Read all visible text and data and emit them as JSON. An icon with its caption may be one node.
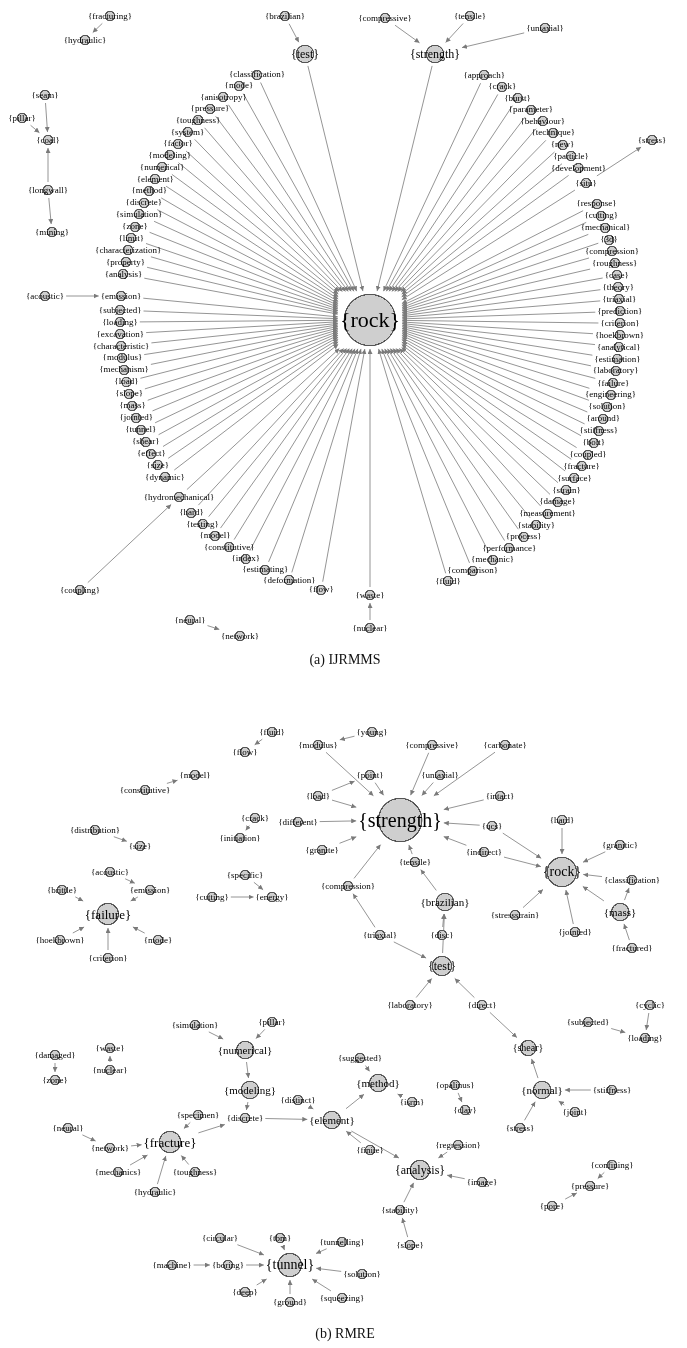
{
  "diagram": {
    "nodes": [
      {
        "text": [
          "{fracturing}"
        ]
      },
      {
        "text": [
          "{hydraulic}"
        ]
      },
      {
        "text": [
          "{seam}"
        ]
      },
      {
        "text": [
          "{pillar}"
        ]
      },
      {
        "text": [
          "{coal}"
        ]
      },
      {
        "text": [
          "{longwall}"
        ]
      },
      {
        "text": [
          "{mining}"
        ]
      },
      {
        "text": [
          "{brazilian}"
        ]
      },
      {
        "text": [
          "{test}"
        ]
      },
      {
        "text": [
          "{tensile}"
        ]
      },
      {
        "text": [
          "{strength}"
        ]
      },
      {
        "text": [
          "{compressive}"
        ]
      },
      {
        "text": [
          "{uniaxial}"
        ]
      },
      {
        "text": [
          "{stress}"
        ]
      },
      {
        "text": [
          "{situ}"
        ]
      },
      {
        "text": [
          "{acoustic}"
        ]
      },
      {
        "text": [
          "{emission}"
        ]
      },
      {
        "text": [
          "{rock}"
        ]
      },
      {
        "text": [
          "{hydromechanical}"
        ]
      },
      {
        "text": [
          "{coupling}"
        ]
      },
      {
        "text": [
          "{waste}"
        ]
      },
      {
        "text": [
          "{nuclear}"
        ]
      },
      {
        "text": [
          "{neural}"
        ]
      },
      {
        "text": [
          "{network}"
        ]
      },
      {
        "text": [
          "{approach}"
        ]
      },
      {
        "text": [
          "{crack}"
        ]
      },
      {
        "text": [
          "{burst}"
        ]
      },
      {
        "text": [
          "{parameter}"
        ]
      },
      {
        "text": [
          "{behaviour}"
        ]
      },
      {
        "text": [
          "{technique}"
        ]
      },
      {
        "text": [
          "{new}"
        ]
      },
      {
        "text": [
          "{particle}"
        ]
      },
      {
        "text": [
          "{development}"
        ]
      },
      {
        "text": [
          "{response}"
        ]
      },
      {
        "text": [
          "{cutting}"
        ]
      },
      {
        "text": [
          "{mechanical}"
        ]
      },
      {
        "text": [
          "{3d}"
        ]
      },
      {
        "text": [
          "{compression}"
        ]
      },
      {
        "text": [
          "{roughness}"
        ]
      },
      {
        "text": [
          "{case}"
        ]
      },
      {
        "text": [
          "{theory}"
        ]
      },
      {
        "text": [
          "{triaxial}"
        ]
      },
      {
        "text": [
          "{prediction}"
        ]
      },
      {
        "text": [
          "{criterion}"
        ]
      },
      {
        "text": [
          "{hoekbrown}"
        ]
      },
      {
        "text": [
          "{analytical}"
        ]
      },
      {
        "text": [
          "{estimation}"
        ]
      },
      {
        "text": [
          "{laboratory}"
        ]
      },
      {
        "text": [
          "{failure}"
        ]
      },
      {
        "text": [
          "{engineering}"
        ]
      },
      {
        "text": [
          "{solution}"
        ]
      },
      {
        "text": [
          "{around}"
        ]
      },
      {
        "text": [
          "{stiffness}"
        ]
      },
      {
        "text": [
          "{bolt}"
        ]
      },
      {
        "text": [
          "{coupled}"
        ]
      },
      {
        "text": [
          "{fracture}"
        ]
      },
      {
        "text": [
          "{surface}"
        ]
      },
      {
        "text": [
          "{strain}"
        ]
      },
      {
        "text": [
          "{damage}"
        ]
      },
      {
        "text": [
          "{measurement}"
        ]
      },
      {
        "text": [
          "{stability}"
        ]
      },
      {
        "text": [
          "{process}"
        ]
      },
      {
        "text": [
          "{performance}"
        ]
      },
      {
        "text": [
          "{mechanic}"
        ]
      },
      {
        "text": [
          "{comparison}"
        ]
      },
      {
        "text": [
          "{fluid}"
        ]
      },
      {
        "text": [
          "{flow}"
        ]
      },
      {
        "text": [
          "{deformation}"
        ]
      },
      {
        "text": [
          "{estimating}"
        ]
      },
      {
        "text": [
          "{index}"
        ]
      },
      {
        "text": [
          "{constitutive}"
        ]
      },
      {
        "text": [
          "{model}"
        ]
      },
      {
        "text": [
          "{testing}"
        ]
      },
      {
        "text": [
          "{hard}"
        ]
      },
      {
        "text": [
          "{dynamic}"
        ]
      },
      {
        "text": [
          "{size}"
        ]
      },
      {
        "text": [
          "{effect}"
        ]
      },
      {
        "text": [
          "{shear}"
        ]
      },
      {
        "text": [
          "{tunnel}"
        ]
      },
      {
        "text": [
          "{jointed}"
        ]
      },
      {
        "text": [
          "{mass}"
        ]
      },
      {
        "text": [
          "{slope}"
        ]
      },
      {
        "text": [
          "{load}"
        ]
      },
      {
        "text": [
          "{mechanism}"
        ]
      },
      {
        "text": [
          "{modulus}"
        ]
      },
      {
        "text": [
          "{characteristic}"
        ]
      },
      {
        "text": [
          "{excavation}"
        ]
      },
      {
        "text": [
          "{loading}"
        ]
      },
      {
        "text": [
          "{subjected}"
        ]
      },
      {
        "text": [
          "{analysis}"
        ]
      },
      {
        "text": [
          "{property}"
        ]
      },
      {
        "text": [
          "{characterization}"
        ]
      },
      {
        "text": [
          "{limit}"
        ]
      },
      {
        "text": [
          "{zone}"
        ]
      },
      {
        "text": [
          "{simulation}"
        ]
      },
      {
        "text": [
          "{discrete}"
        ]
      },
      {
        "text": [
          "{method}"
        ]
      },
      {
        "text": [
          "{element}"
        ]
      },
      {
        "text": [
          "{numerical}"
        ]
      },
      {
        "text": [
          "{modeling}"
        ]
      },
      {
        "text": [
          "{factor}"
        ]
      },
      {
        "text": [
          "{system}"
        ]
      },
      {
        "text": [
          "{toughness}"
        ]
      },
      {
        "text": [
          "{pressure}"
        ]
      },
      {
        "text": [
          "{anisotropy}"
        ]
      },
      {
        "text": [
          "{mode}"
        ]
      },
      {
        "text": [
          "{classification}"
        ]
      },
      {
        "text": [
          "{fluid}"
        ]
      },
      {
        "text": [
          "{flow}"
        ]
      },
      {
        "text": [
          "{model}"
        ]
      },
      {
        "text": [
          "{constitutive}"
        ]
      },
      {
        "text": [
          "{crack}"
        ]
      },
      {
        "text": [
          "{initiation}"
        ]
      },
      {
        "text": [
          "{distribution}"
        ]
      },
      {
        "text": [
          "{size}"
        ]
      },
      {
        "text": [
          "{specific}"
        ]
      },
      {
        "text": [
          "{cutting}"
        ]
      },
      {
        "text": [
          "{energy}"
        ]
      },
      {
        "text": [
          "{acoustic}"
        ]
      },
      {
        "text": [
          "{brittle}"
        ]
      },
      {
        "text": [
          "{emission}"
        ]
      },
      {
        "text": [
          "{failure}"
        ]
      },
      {
        "text": [
          "{hoekbrown}"
        ]
      },
      {
        "text": [
          "{criterion}"
        ]
      },
      {
        "text": [
          "{mode}"
        ]
      },
      {
        "text": [
          "{modulus}"
        ]
      },
      {
        "text": [
          "{young}"
        ]
      },
      {
        "text": [
          "{compressive}"
        ]
      },
      {
        "text": [
          "{carbonate}"
        ]
      },
      {
        "text": [
          "{point}"
        ]
      },
      {
        "text": [
          "{uniaxial}"
        ]
      },
      {
        "text": [
          "{load}"
        ]
      },
      {
        "text": [
          "{intact}"
        ]
      },
      {
        "text": [
          "{strength}"
        ]
      },
      {
        "text": [
          "{different}"
        ]
      },
      {
        "text": [
          "{granite}"
        ]
      },
      {
        "text": [
          "{ucs}"
        ]
      },
      {
        "text": [
          "{indirect}"
        ]
      },
      {
        "text": [
          "{tensile}"
        ]
      },
      {
        "text": [
          "{hard}"
        ]
      },
      {
        "text": [
          "{granitic}"
        ]
      },
      {
        "text": [
          "{rock}"
        ]
      },
      {
        "text": [
          "{classification}"
        ]
      },
      {
        "text": [
          "{compression}"
        ]
      },
      {
        "text": [
          "{brazilian}"
        ]
      },
      {
        "text": [
          "{stressstrain}"
        ]
      },
      {
        "text": [
          "{jointed}"
        ]
      },
      {
        "text": [
          "{mass}"
        ]
      },
      {
        "text": [
          "{fractured}"
        ]
      },
      {
        "text": [
          "{triaxial}"
        ]
      },
      {
        "text": [
          "{disc}"
        ]
      },
      {
        "text": [
          "{test}"
        ]
      },
      {
        "text": [
          "{simulation}"
        ]
      },
      {
        "text": [
          "{pillar}"
        ]
      },
      {
        "text": [
          "{numerical}"
        ]
      },
      {
        "text": [
          "{damaged}"
        ]
      },
      {
        "text": [
          "{zone}"
        ]
      },
      {
        "text": [
          "{waste}"
        ]
      },
      {
        "text": [
          "{nuclear}"
        ]
      },
      {
        "text": [
          "{laboratory}"
        ]
      },
      {
        "text": [
          "{direct}"
        ]
      },
      {
        "text": [
          "{cyclic}"
        ]
      },
      {
        "text": [
          "{subjected}"
        ]
      },
      {
        "text": [
          "{loading}"
        ]
      },
      {
        "text": [
          "{modeling}"
        ]
      },
      {
        "text": [
          "{suggested}"
        ]
      },
      {
        "text": [
          "{shear}"
        ]
      },
      {
        "text": [
          "{method}"
        ]
      },
      {
        "text": [
          "{distinct}"
        ]
      },
      {
        "text": [
          "{isrm}"
        ]
      },
      {
        "text": [
          "{opalinus}"
        ]
      },
      {
        "text": [
          "{normal}"
        ]
      },
      {
        "text": [
          "{stiffness}"
        ]
      },
      {
        "text": [
          "{specimen}"
        ]
      },
      {
        "text": [
          "{neural}"
        ]
      },
      {
        "text": [
          "{network}"
        ]
      },
      {
        "text": [
          "{fracture}"
        ]
      },
      {
        "text": [
          "{discrete}"
        ]
      },
      {
        "text": [
          "{element}"
        ]
      },
      {
        "text": [
          "{joint}"
        ]
      },
      {
        "text": [
          "{clay}"
        ]
      },
      {
        "text": [
          "{stress}"
        ]
      },
      {
        "text": [
          "{mechanics}"
        ]
      },
      {
        "text": [
          "{toughness}"
        ]
      },
      {
        "text": [
          "{hydraulic}"
        ]
      },
      {
        "text": [
          "{finite}"
        ]
      },
      {
        "text": [
          "{regression}"
        ]
      },
      {
        "text": [
          "{analysis}"
        ]
      },
      {
        "text": [
          "{image}"
        ]
      },
      {
        "text": [
          "{confining}"
        ]
      },
      {
        "text": [
          "{pressure}"
        ]
      },
      {
        "text": [
          "{pore}"
        ]
      },
      {
        "text": [
          "{stability}"
        ]
      },
      {
        "text": [
          "{slope}"
        ]
      },
      {
        "text": [
          "{circular}"
        ]
      },
      {
        "text": [
          "{tbm}"
        ]
      },
      {
        "text": [
          "{tunnelling}"
        ]
      },
      {
        "text": [
          "{machine}"
        ]
      },
      {
        "text": [
          "{boring}"
        ]
      },
      {
        "text": [
          "{tunnel}"
        ]
      },
      {
        "text": [
          "{solution}"
        ]
      },
      {
        "text": [
          "{deep}"
        ]
      },
      {
        "text": [
          "{ground}"
        ]
      },
      {
        "text": [
          "{squeezing}"
        ]
      }
    ],
    "edges": [
      {
        "from": 0,
        "to": 1,
        "arrow": "to"
      },
      {
        "from": 2,
        "to": 4,
        "arrow": "to"
      },
      {
        "from": 3,
        "to": 4,
        "arrow": "to"
      },
      {
        "from": 5,
        "to": 4,
        "arrow": "to"
      },
      {
        "from": 5,
        "to": 6,
        "arrow": "to"
      },
      {
        "from": 7,
        "to": 8,
        "arrow": "to"
      },
      {
        "from": 8,
        "to": 17,
        "arrow": "to"
      },
      {
        "from": 9,
        "to": 10,
        "arrow": "to"
      },
      {
        "from": 11,
        "to": 10,
        "arrow": "to"
      },
      {
        "from": 12,
        "to": 10,
        "arrow": "to"
      },
      {
        "from": 10,
        "to": 17,
        "arrow": "to"
      },
      {
        "from": 14,
        "to": 13,
        "arrow": "to"
      },
      {
        "from": 14,
        "to": 17,
        "arrow": "to"
      },
      {
        "from": 15,
        "to": 16,
        "arrow": "to"
      },
      {
        "from": 16,
        "to": 17,
        "arrow": "to"
      },
      {
        "from": 19,
        "to": 18,
        "arrow": "to"
      },
      {
        "from": 18,
        "to": 17,
        "arrow": "to"
      },
      {
        "from": 21,
        "to": 20,
        "arrow": "to"
      },
      {
        "from": 20,
        "to": 17,
        "arrow": "to"
      },
      {
        "from": 22,
        "to": 23,
        "arrow": "to"
      },
      {
        "from": 24,
        "to": 17,
        "arrow": "to"
      },
      {
        "from": 25,
        "to": 17,
        "arrow": "to"
      },
      {
        "from": 26,
        "to": 17,
        "arrow": "to"
      },
      {
        "from": 27,
        "to": 17,
        "arrow": "to"
      },
      {
        "from": 28,
        "to": 17,
        "arrow": "to"
      },
      {
        "from": 29,
        "to": 17,
        "arrow": "to"
      },
      {
        "from": 30,
        "to": 17,
        "arrow": "to"
      },
      {
        "from": 31,
        "to": 17,
        "arrow": "to"
      },
      {
        "from": 32,
        "to": 17,
        "arrow": "to"
      },
      {
        "from": 33,
        "to": 17,
        "arrow": "to"
      },
      {
        "from": 34,
        "to": 17,
        "arrow": "to"
      },
      {
        "from": 35,
        "to": 17,
        "arrow": "to"
      },
      {
        "from": 36,
        "to": 17,
        "arrow": "to"
      },
      {
        "from": 37,
        "to": 17,
        "arrow": "to"
      },
      {
        "from": 38,
        "to": 17,
        "arrow": "to"
      },
      {
        "from": 39,
        "to": 17,
        "arrow": "to"
      },
      {
        "from": 40,
        "to": 17,
        "arrow": "to"
      },
      {
        "from": 41,
        "to": 17,
        "arrow": "to"
      },
      {
        "from": 42,
        "to": 17,
        "arrow": "to"
      },
      {
        "from": 43,
        "to": 17,
        "arrow": "to"
      },
      {
        "from": 44,
        "to": 17,
        "arrow": "to"
      },
      {
        "from": 45,
        "to": 17,
        "arrow": "to"
      },
      {
        "from": 46,
        "to": 17,
        "arrow": "to"
      },
      {
        "from": 47,
        "to": 17,
        "arrow": "to"
      },
      {
        "from": 48,
        "to": 17,
        "arrow": "to"
      },
      {
        "from": 49,
        "to": 17,
        "arrow": "to"
      },
      {
        "from": 50,
        "to": 17,
        "arrow": "to"
      },
      {
        "from": 51,
        "to": 17,
        "arrow": "to"
      },
      {
        "from": 52,
        "to": 17,
        "arrow": "to"
      },
      {
        "from": 53,
        "to": 17,
        "arrow": "to"
      },
      {
        "from": 54,
        "to": 17,
        "arrow": "to"
      },
      {
        "from": 55,
        "to": 17,
        "arrow": "to"
      },
      {
        "from": 56,
        "to": 17,
        "arrow": "to"
      },
      {
        "from": 57,
        "to": 17,
        "arrow": "to"
      },
      {
        "from": 58,
        "to": 17,
        "arrow": "to"
      },
      {
        "from": 59,
        "to": 17,
        "arrow": "to"
      },
      {
        "from": 60,
        "to": 17,
        "arrow": "to"
      },
      {
        "from": 61,
        "to": 17,
        "arrow": "to"
      },
      {
        "from": 62,
        "to": 17,
        "arrow": "to"
      },
      {
        "from": 63,
        "to": 17,
        "arrow": "to"
      },
      {
        "from": 64,
        "to": 17,
        "arrow": "to"
      },
      {
        "from": 65,
        "to": 17,
        "arrow": "to"
      },
      {
        "from": 66,
        "to": 17,
        "arrow": "to"
      },
      {
        "from": 67,
        "to": 17,
        "arrow": "to"
      },
      {
        "from": 68,
        "to": 17,
        "arrow": "to"
      },
      {
        "from": 69,
        "to": 17,
        "arrow": "to"
      },
      {
        "from": 70,
        "to": 17,
        "arrow": "to"
      },
      {
        "from": 71,
        "to": 17,
        "arrow": "to"
      },
      {
        "from": 72,
        "to": 17,
        "arrow": "to"
      },
      {
        "from": 73,
        "to": 17,
        "arrow": "to"
      },
      {
        "from": 74,
        "to": 17,
        "arrow": "to"
      },
      {
        "from": 75,
        "to": 17,
        "arrow": "to"
      },
      {
        "from": 76,
        "to": 17,
        "arrow": "to"
      },
      {
        "from": 77,
        "to": 17,
        "arrow": "to"
      },
      {
        "from": 78,
        "to": 17,
        "arrow": "to"
      },
      {
        "from": 79,
        "to": 17,
        "arrow": "to"
      },
      {
        "from": 80,
        "to": 17,
        "arrow": "to"
      },
      {
        "from": 81,
        "to": 17,
        "arrow": "to"
      },
      {
        "from": 82,
        "to": 17,
        "arrow": "to"
      },
      {
        "from": 83,
        "to": 17,
        "arrow": "to"
      },
      {
        "from": 84,
        "to": 17,
        "arrow": "to"
      },
      {
        "from": 85,
        "to": 17,
        "arrow": "to"
      },
      {
        "from": 86,
        "to": 17,
        "arrow": "to"
      },
      {
        "from": 87,
        "to": 17,
        "arrow": "to"
      },
      {
        "from": 88,
        "to": 17,
        "arrow": "to"
      },
      {
        "from": 89,
        "to": 17,
        "arrow": "to"
      },
      {
        "from": 90,
        "to": 17,
        "arrow": "to"
      },
      {
        "from": 91,
        "to": 17,
        "arrow": "to"
      },
      {
        "from": 92,
        "to": 17,
        "arrow": "to"
      },
      {
        "from": 93,
        "to": 17,
        "arrow": "to"
      },
      {
        "from": 94,
        "to": 17,
        "arrow": "to"
      },
      {
        "from": 95,
        "to": 17,
        "arrow": "to"
      },
      {
        "from": 96,
        "to": 17,
        "arrow": "to"
      },
      {
        "from": 97,
        "to": 17,
        "arrow": "to"
      },
      {
        "from": 98,
        "to": 17,
        "arrow": "to"
      },
      {
        "from": 99,
        "to": 17,
        "arrow": "to"
      },
      {
        "from": 100,
        "to": 17,
        "arrow": "to"
      },
      {
        "from": 101,
        "to": 17,
        "arrow": "to"
      },
      {
        "from": 102,
        "to": 17,
        "arrow": "to"
      },
      {
        "from": 103,
        "to": 17,
        "arrow": "to"
      },
      {
        "from": 104,
        "to": 17,
        "arrow": "to"
      },
      {
        "from": 105,
        "to": 17,
        "arrow": "to"
      },
      {
        "from": 106,
        "to": 17,
        "arrow": "to"
      },
      {
        "from": 107,
        "to": 108,
        "arrow": "to"
      },
      {
        "from": 110,
        "to": 109,
        "arrow": "to"
      },
      {
        "from": 111,
        "to": 112,
        "arrow": "to"
      },
      {
        "from": 113,
        "to": 114,
        "arrow": "to"
      },
      {
        "from": 115,
        "to": 117,
        "arrow": "to"
      },
      {
        "from": 116,
        "to": 117,
        "arrow": "to"
      },
      {
        "from": 118,
        "to": 120,
        "arrow": "to"
      },
      {
        "from": 119,
        "to": 121,
        "arrow": "to"
      },
      {
        "from": 120,
        "to": 121,
        "arrow": "to"
      },
      {
        "from": 124,
        "to": 121,
        "arrow": "to"
      },
      {
        "from": 122,
        "to": 121,
        "arrow": "to"
      },
      {
        "from": 123,
        "to": 121,
        "arrow": "to"
      },
      {
        "from": 126,
        "to": 125,
        "arrow": "to"
      },
      {
        "from": 125,
        "to": 133,
        "arrow": "to"
      },
      {
        "from": 127,
        "to": 133,
        "arrow": "to"
      },
      {
        "from": 128,
        "to": 133,
        "arrow": "to"
      },
      {
        "from": 129,
        "to": 133,
        "arrow": "to"
      },
      {
        "from": 130,
        "to": 133,
        "arrow": "to"
      },
      {
        "from": 131,
        "to": 129,
        "arrow": "to"
      },
      {
        "from": 131,
        "to": 133,
        "arrow": "to"
      },
      {
        "from": 132,
        "to": 133,
        "arrow": "to"
      },
      {
        "from": 134,
        "to": 133,
        "arrow": "to"
      },
      {
        "from": 135,
        "to": 133,
        "arrow": "to"
      },
      {
        "from": 136,
        "to": 133,
        "arrow": "to"
      },
      {
        "from": 137,
        "to": 133,
        "arrow": "to"
      },
      {
        "from": 138,
        "to": 133,
        "arrow": "to"
      },
      {
        "from": 143,
        "to": 133,
        "arrow": "to"
      },
      {
        "from": 144,
        "to": 138,
        "arrow": "to"
      },
      {
        "from": 149,
        "to": 143,
        "arrow": "to"
      },
      {
        "from": 149,
        "to": 151,
        "arrow": "to"
      },
      {
        "from": 150,
        "to": 144,
        "arrow": "to"
      },
      {
        "from": 151,
        "to": 144,
        "arrow": "to"
      },
      {
        "from": 159,
        "to": 151,
        "arrow": "to"
      },
      {
        "from": 160,
        "to": 151,
        "arrow": "to"
      },
      {
        "from": 160,
        "to": 166,
        "arrow": "to"
      },
      {
        "from": 136,
        "to": 141,
        "arrow": "to"
      },
      {
        "from": 137,
        "to": 141,
        "arrow": "to"
      },
      {
        "from": 139,
        "to": 141,
        "arrow": "to"
      },
      {
        "from": 140,
        "to": 141,
        "arrow": "to"
      },
      {
        "from": 142,
        "to": 141,
        "arrow": "to"
      },
      {
        "from": 147,
        "to": 141,
        "arrow": "to"
      },
      {
        "from": 147,
        "to": 142,
        "arrow": "to"
      },
      {
        "from": 145,
        "to": 141,
        "arrow": "to"
      },
      {
        "from": 146,
        "to": 141,
        "arrow": "to"
      },
      {
        "from": 148,
        "to": 147,
        "arrow": "to"
      },
      {
        "from": 171,
        "to": 166,
        "arrow": "to"
      },
      {
        "from": 172,
        "to": 171,
        "arrow": "to"
      },
      {
        "from": 179,
        "to": 171,
        "arrow": "to"
      },
      {
        "from": 181,
        "to": 171,
        "arrow": "to"
      },
      {
        "from": 161,
        "to": 163,
        "arrow": "to"
      },
      {
        "from": 162,
        "to": 163,
        "arrow": "to"
      },
      {
        "from": 170,
        "to": 180,
        "arrow": "to"
      },
      {
        "from": 189,
        "to": 190,
        "arrow": "to"
      },
      {
        "from": 191,
        "to": 190,
        "arrow": "to"
      },
      {
        "from": 152,
        "to": 154,
        "arrow": "to"
      },
      {
        "from": 153,
        "to": 154,
        "arrow": "to"
      },
      {
        "from": 154,
        "to": 164,
        "arrow": "to"
      },
      {
        "from": 155,
        "to": 156,
        "arrow": "to"
      },
      {
        "from": 158,
        "to": 157,
        "arrow": "to"
      },
      {
        "from": 164,
        "to": 177,
        "arrow": "to"
      },
      {
        "from": 177,
        "to": 178,
        "arrow": "to"
      },
      {
        "from": 168,
        "to": 178,
        "arrow": "to"
      },
      {
        "from": 178,
        "to": 167,
        "arrow": "to"
      },
      {
        "from": 165,
        "to": 167,
        "arrow": "to"
      },
      {
        "from": 169,
        "to": 167,
        "arrow": "to"
      },
      {
        "from": 176,
        "to": 177,
        "arrow": "to"
      },
      {
        "from": 173,
        "to": 176,
        "arrow": "to"
      },
      {
        "from": 174,
        "to": 175,
        "arrow": "to"
      },
      {
        "from": 175,
        "to": 176,
        "arrow": "to"
      },
      {
        "from": 182,
        "to": 176,
        "arrow": "to"
      },
      {
        "from": 183,
        "to": 176,
        "arrow": "to"
      },
      {
        "from": 184,
        "to": 176,
        "arrow": "to"
      },
      {
        "from": 185,
        "to": 178,
        "arrow": "to"
      },
      {
        "from": 178,
        "to": 187,
        "arrow": "to"
      },
      {
        "from": 186,
        "to": 187,
        "arrow": "to"
      },
      {
        "from": 188,
        "to": 187,
        "arrow": "to"
      },
      {
        "from": 192,
        "to": 187,
        "arrow": "to"
      },
      {
        "from": 193,
        "to": 192,
        "arrow": "to"
      },
      {
        "from": 194,
        "to": 199,
        "arrow": "to"
      },
      {
        "from": 195,
        "to": 199,
        "arrow": "to"
      },
      {
        "from": 196,
        "to": 199,
        "arrow": "to"
      },
      {
        "from": 197,
        "to": 198,
        "arrow": "to"
      },
      {
        "from": 198,
        "to": 199,
        "arrow": "to"
      },
      {
        "from": 200,
        "to": 199,
        "arrow": "to"
      },
      {
        "from": 201,
        "to": 199,
        "arrow": "to"
      },
      {
        "from": 202,
        "to": 199,
        "arrow": "to"
      },
      {
        "from": 203,
        "to": 199,
        "arrow": "to"
      }
    ],
    "labels": [
      "(a) IJRMMS",
      "(b) RMRE"
    ]
  }
}
